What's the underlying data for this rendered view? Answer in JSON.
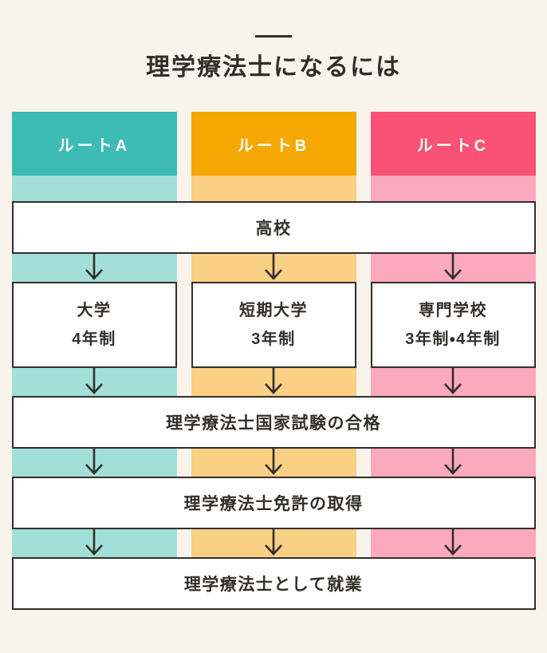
{
  "page": {
    "title": "理学療法士になるには",
    "background_color": "#F8F4EC",
    "ink_color": "#322F2B"
  },
  "routes": [
    {
      "label": "ルートA",
      "color": "#3CBCB4",
      "light_color": "#A2DFD8",
      "school": {
        "name": "大学",
        "duration": "4年制"
      }
    },
    {
      "label": "ルートB",
      "color": "#F5A801",
      "light_color": "#FAD085",
      "school": {
        "name": "短期大学",
        "duration": "3年制"
      }
    },
    {
      "label": "ルートC",
      "color": "#FA5277",
      "light_color": "#FCA9BD",
      "school": {
        "name": "専門学校",
        "duration": "3年制・4年制"
      }
    }
  ],
  "steps": {
    "highschool": "高校",
    "exam": "理学療法士国家試験の合格",
    "license": "理学療法士免許の取得",
    "employment": "理学療法士として就業"
  },
  "icons": {
    "arrow_down": "↓"
  }
}
